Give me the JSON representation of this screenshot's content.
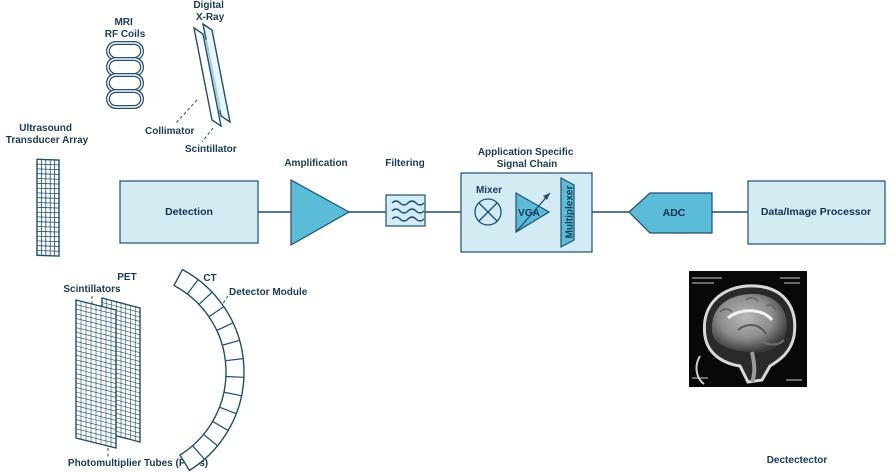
{
  "labels": {
    "mri": [
      "MRI",
      "RF Coils"
    ],
    "xray": [
      "Digital",
      "X-Ray"
    ],
    "collimator": "Collimator",
    "scintillator": "Scintillator",
    "ultrasound": [
      "Ultrasound",
      "Transducer Array"
    ],
    "pet": "PET",
    "scintillators": "Scintillators",
    "ct": "CT",
    "detector_module": "Detector Module",
    "pmt": "Photomultiplier Tubes (PMTs)",
    "footer": "Dectectector"
  },
  "chain": {
    "detection": "Detection",
    "amplification": "Amplification",
    "filtering": "Filtering",
    "asic_title": [
      "Application Specific",
      "Signal Chain"
    ],
    "mixer": "Mixer",
    "vga": "VGA",
    "multiplexer": "Multiplexer",
    "adc": "ADC",
    "processor": "Data/Image Processor"
  },
  "colors": {
    "ink": "#1d4f73",
    "block_fill": "#d3ecf4",
    "accent_fill": "#5bbcd7"
  },
  "image": {
    "icon": "brain-mri-scan-icon"
  }
}
